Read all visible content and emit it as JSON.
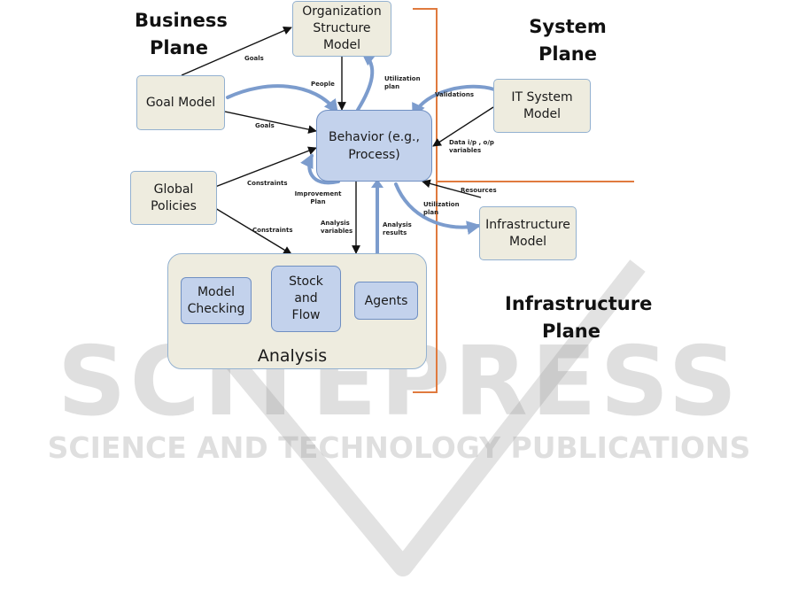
{
  "planes": {
    "business": "Business Plane",
    "system": "System Plane",
    "infrastructure": "Infrastructure Plane"
  },
  "nodes": {
    "org": "Organization Structure Model",
    "goal": "Goal Model",
    "it": "IT System Model",
    "behavior": "Behavior (e.g., Process)",
    "global": "Global Policies",
    "infra": "Infrastructure Model",
    "analysis": "Analysis",
    "model_checking": "Model Checking",
    "stock_flow": "Stock and Flow",
    "agents": "Agents"
  },
  "edge_labels": {
    "goals_top": "Goals",
    "goals": "Goals",
    "people": "People",
    "utilization_plan": "Utilization plan",
    "validations": "Validations",
    "data_ip_op": "Data i/p , o/p variables",
    "constraints": "Constraints",
    "constraints2": "Constraints",
    "improvement_plan": "Improvement Plan",
    "analysis_variables": "Analysis variables",
    "analysis_results": "Analysis results",
    "resources": "Resources",
    "utilization_plan2": "Utilization plan"
  },
  "watermark": {
    "title": "SCITEPRESS",
    "subtitle": "SCIENCE AND TECHNOLOGY PUBLICATIONS"
  },
  "colors": {
    "box_tan": "#eeecdf",
    "box_blue": "#c3d2ec",
    "box_border": "#93b1d0",
    "curved_arrow": "#7c9ccd",
    "plane_divider": "#e07a3e",
    "watermark": "#969696"
  }
}
